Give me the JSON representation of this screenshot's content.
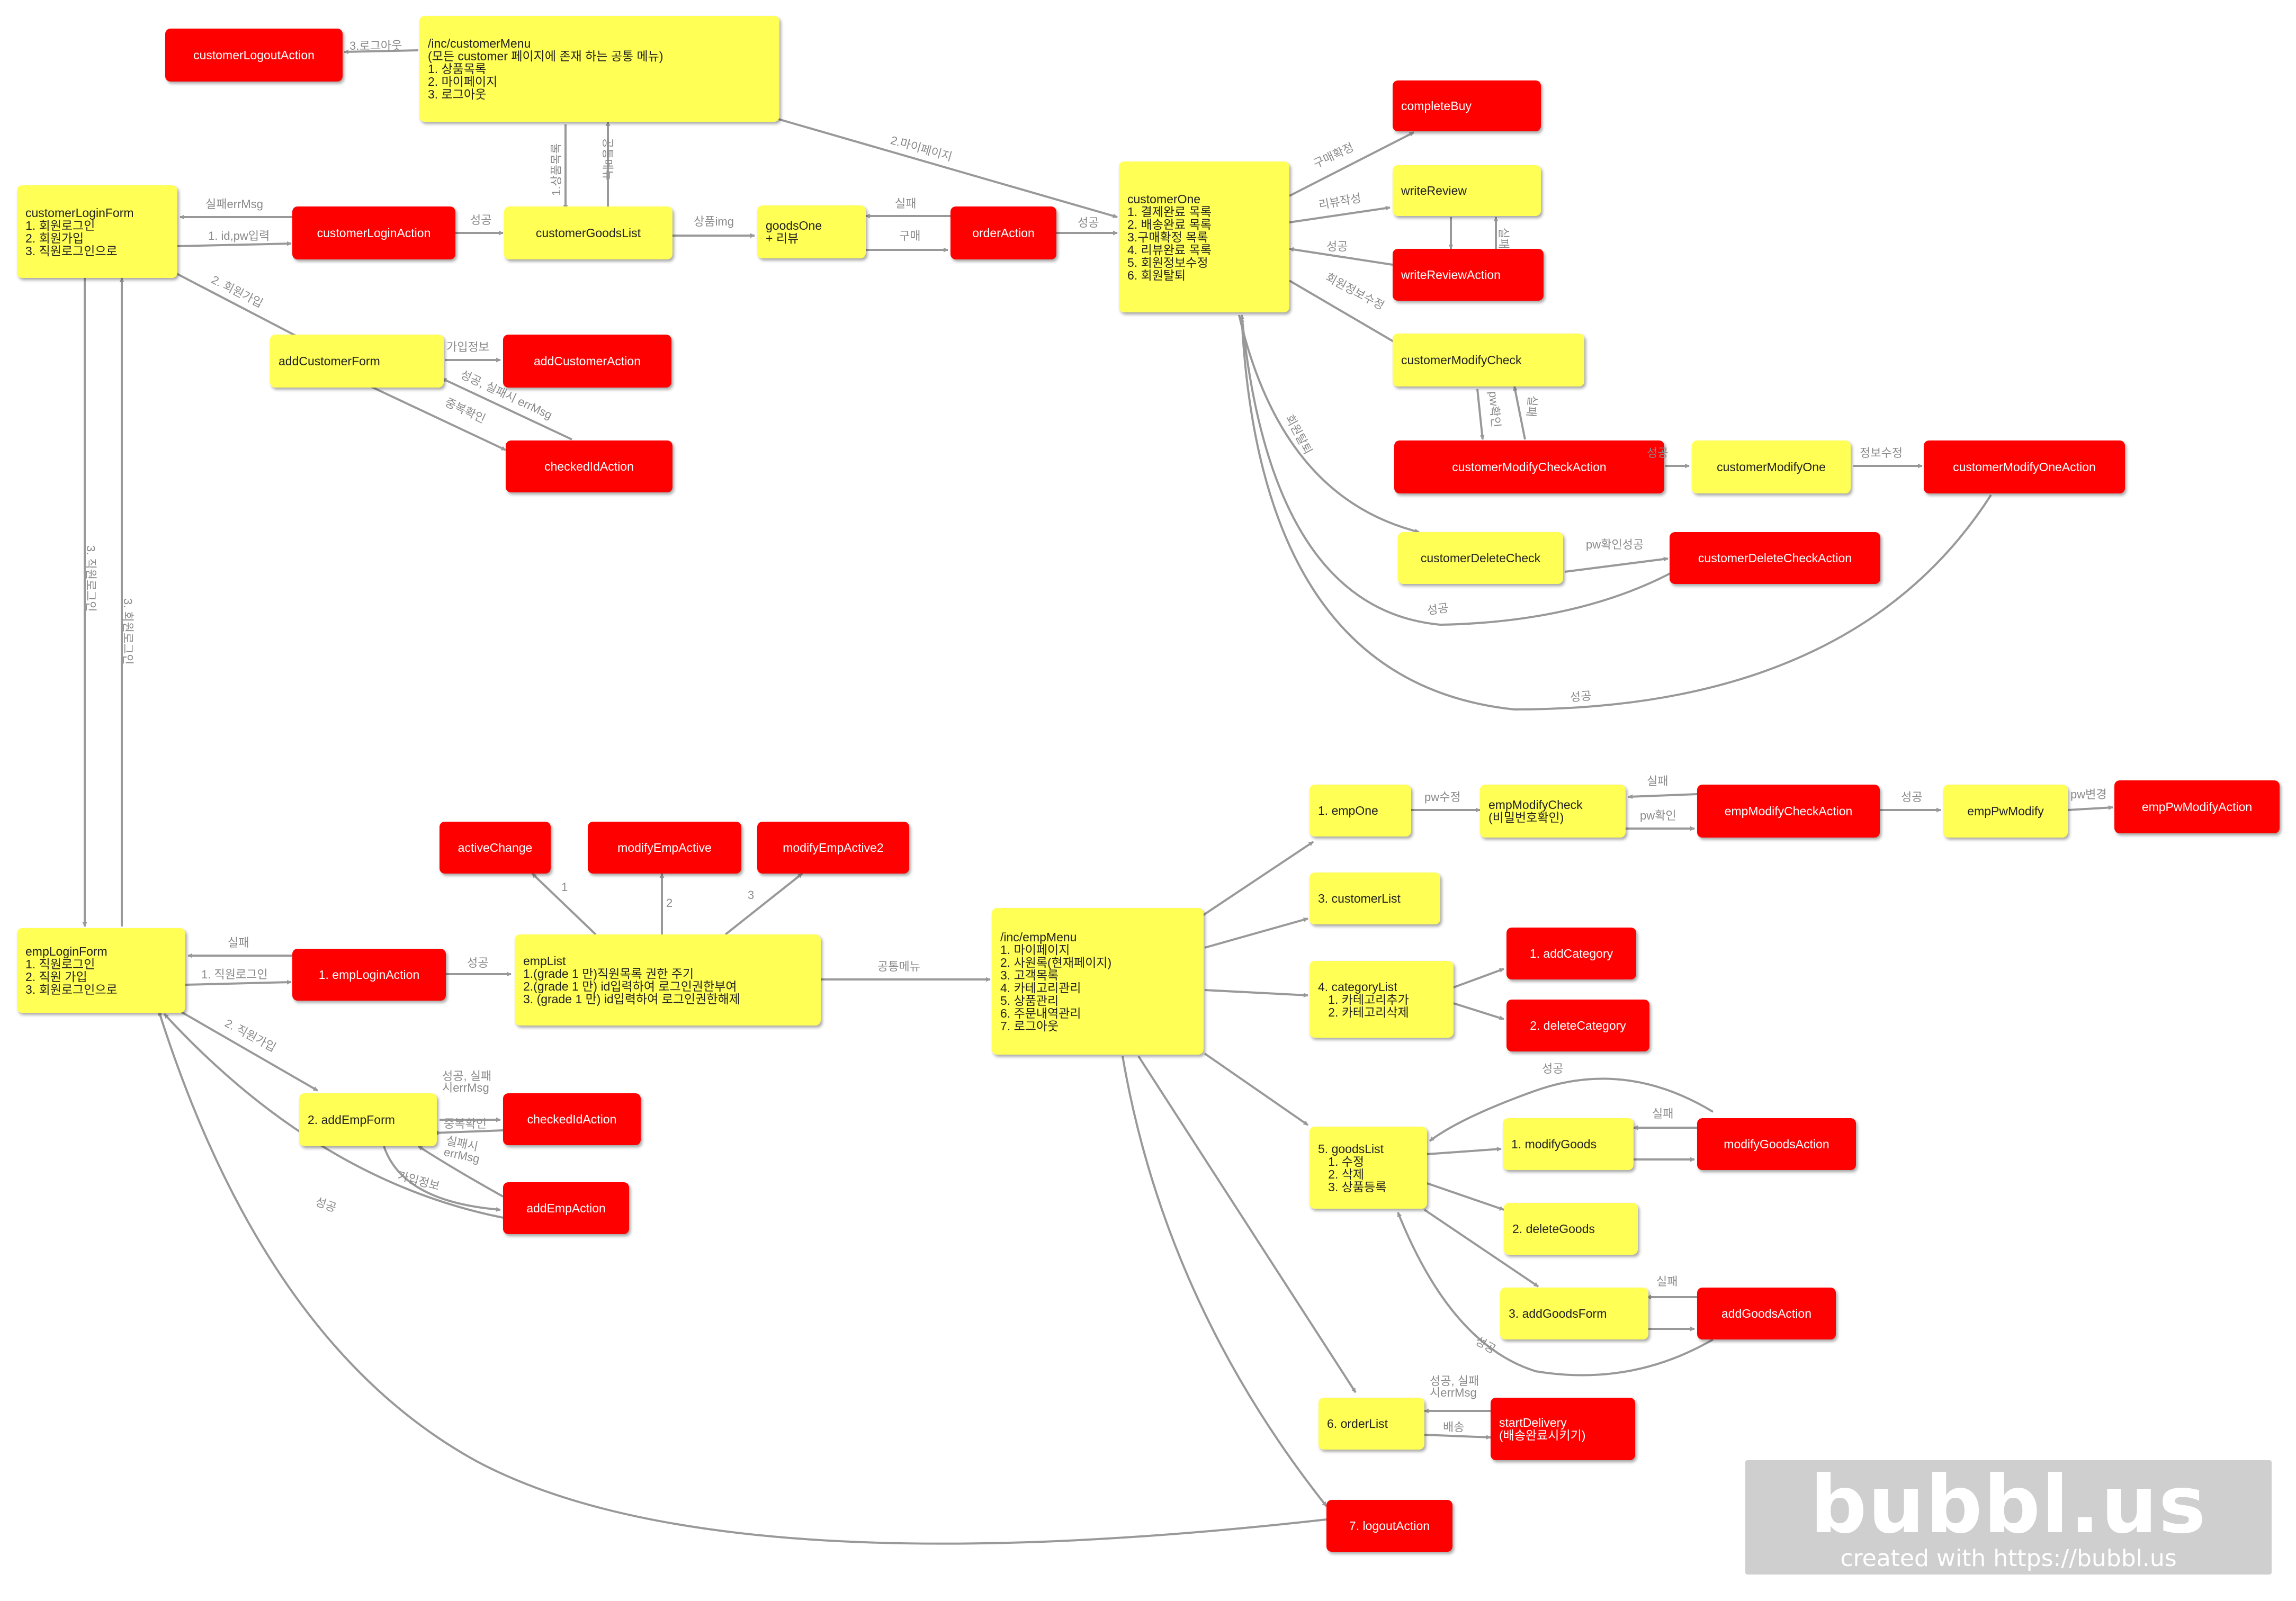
{
  "nodes": {
    "customerLogoutAction": "customerLogoutAction",
    "customerMenu": "/inc/customerMenu\n(모든 customer 페이지에 존재 하는 공통 메뉴)\n1. 상품목록\n2. 마이페이지\n3. 로그아웃",
    "completeBuy": "completeBuy",
    "customerLoginForm": "customerLoginForm\n1. 회원로그인\n2. 회원가입\n3. 직원로그인으로",
    "customerLoginAction": "customerLoginAction",
    "customerGoodsList": "customerGoodsList",
    "goodsOne": "goodsOne\n+ 리뷰",
    "orderAction": "orderAction",
    "customerOne": "customerOne\n1. 결제완료 목록\n2. 배송완료 목록\n3.구매확정 목록\n4. 리뷰완료 목록\n5. 회원정보수정\n6. 회원탈퇴",
    "writeReview": "writeReview",
    "writeReviewAction": "writeReviewAction",
    "addCustomerForm": "addCustomerForm",
    "addCustomerAction": "addCustomerAction",
    "checkedIdAction1": "checkedIdAction",
    "customerModifyCheck": "customerModifyCheck",
    "customerModifyCheckAction": "customerModifyCheckAction",
    "customerModifyOne": "customerModifyOne",
    "customerModifyOneAction": "customerModifyOneAction",
    "customerDeleteCheck": "customerDeleteCheck",
    "customerDeleteCheckAction": "customerDeleteCheckAction",
    "activeChange": "activeChange",
    "modifyEmpActive": "modifyEmpActive",
    "modifyEmpActive2": "modifyEmpActive2",
    "empLoginForm": "empLoginForm\n1. 직원로그인\n2. 직원 가입\n3. 회원로그인으로",
    "empLoginAction": "1. empLoginAction",
    "empList": "empList\n1.(grade 1 만)직원목록 권한 주기\n2.(grade 1 만) id입력하여 로그인권한부여\n3. (grade 1 만) id입력하여 로그인권한해제",
    "empMenu": "/inc/empMenu\n1. 마이페이지\n2. 사원록(현재페이지)\n3. 고객목록\n4. 카테고리관리\n5. 상품관리\n6. 주문내역관리\n7. 로그아웃",
    "empOne": "1. empOne",
    "empModifyCheck": "empModifyCheck\n(비밀번호확인)",
    "empModifyCheckAction": "empModifyCheckAction",
    "empPwModify": "empPwModify",
    "empPwModifyAction": "empPwModifyAction",
    "customerList": "3. customerList",
    "categoryList": "4. categoryList\n   1. 카테고리추가\n   2. 카테고리삭제",
    "addCategory": "1. addCategory",
    "deleteCategory": "2. deleteCategory",
    "addEmpForm": "2. addEmpForm",
    "checkedIdAction2": "checkedIdAction",
    "addEmpAction": "addEmpAction",
    "goodsList": "5. goodsList\n   1. 수정\n   2. 삭제\n   3. 상품등록",
    "modifyGoods": "1. modifyGoods",
    "modifyGoodsAction": "modifyGoodsAction",
    "deleteGoods": "2. deleteGoods",
    "addGoodsForm": "3. addGoodsForm",
    "addGoodsAction": "addGoodsAction",
    "orderList": "6. orderList",
    "startDelivery": "startDelivery\n(배송완료시키기)",
    "logoutAction": "7. logoutAction"
  },
  "edge_labels": {
    "logout": "3.로그아웃",
    "goodsListMenu": "1.상품목록",
    "commonMenu1": "공통메뉴",
    "myPage": "2.마이페이지",
    "failErrMsg": "실패errMsg",
    "idPwInput": "1. id,pw입력",
    "success1": "성공",
    "goodsImg": "상품img",
    "fail1": "실패",
    "buy": "구매",
    "success2": "성공",
    "buyConfirm": "구매확정",
    "reviewWrite": "리뷰작성",
    "success3": "성공",
    "fail2": "실패",
    "join1": "2. 회원가입",
    "joinInfo1": "가입정보",
    "dupCheck1": "중복확인",
    "successFailErr1": "성공, 실패시 errMsg",
    "memberInfoModify": "회원정보수정",
    "pwCheck1": "pw확인",
    "fail3": "실패",
    "memberWithdraw": "회원탈퇴",
    "success4": "성공",
    "infoModify": "정보수정",
    "pwCheckSuccess": "pw확인성공",
    "success5": "성공",
    "success6": "성공",
    "empLoginLink": "3. 직원로그인",
    "memberLoginLink": "3. 회원로그인",
    "fail4": "실패",
    "empLoginInput": "1. 직원로그인",
    "success7": "성공",
    "commonMenu2": "공통메뉴",
    "n1": "1",
    "n2": "2",
    "n3": "3",
    "pwModify": "pw수정",
    "fail5": "실패",
    "pwConfirm": "pw확인",
    "success8": "성공",
    "pwChange": "pw변경",
    "empJoin": "2. 직원가입",
    "successFailErr2": "성공, 실패\n시errMsg",
    "dupCheck2": "중복확인",
    "failErr3": "실패시\nerrMsg",
    "joinInfo2": "가입정보",
    "success9": "성공",
    "success10": "성공",
    "fail6": "실패",
    "fail7": "실패",
    "success11": "성공",
    "successFailErr4": "성공, 실패\n시errMsg",
    "delivery": "배송"
  },
  "logo": {
    "main": "bubbl.us",
    "sub": "created with https://bubbl.us"
  },
  "colors": {
    "page_node": "#ffff55",
    "action_node": "#ff0000",
    "edge": "#999999",
    "edge_label": "#8a8a8a"
  }
}
